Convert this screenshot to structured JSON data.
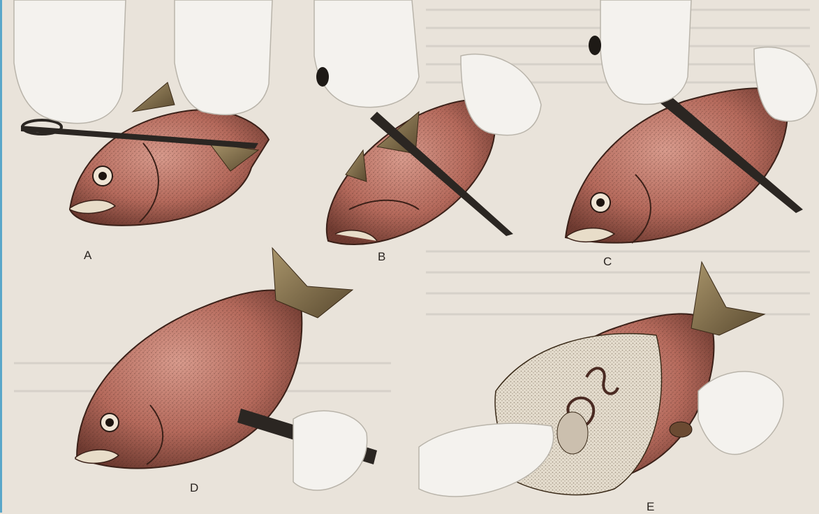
{
  "panels": [
    {
      "id": "A",
      "label": "A"
    },
    {
      "id": "B",
      "label": "B"
    },
    {
      "id": "C",
      "label": "C"
    },
    {
      "id": "D",
      "label": "D"
    },
    {
      "id": "E",
      "label": "E"
    }
  ],
  "colors": {
    "paper": "#e9e3da",
    "fish_body": "#b56a5c",
    "fish_shadow": "#6e3a30",
    "fin": "#7a6a4a",
    "tool": "#2b2622",
    "glove": "#f4f2ee",
    "viscera": "#d8cdbb"
  }
}
